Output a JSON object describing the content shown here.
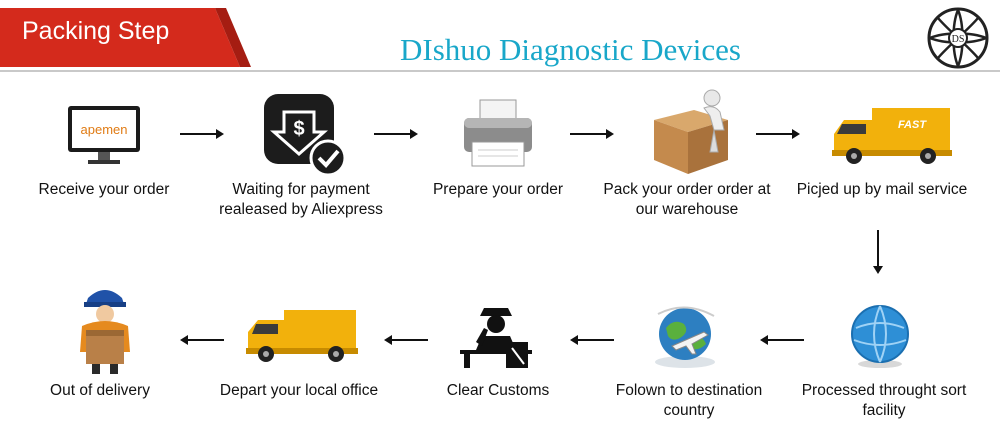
{
  "header": {
    "title": "Packing Step",
    "brand": "DIshuo Diagnostic Devices",
    "logo_letters": "DS",
    "accent_color": "#d42a1c",
    "brand_color": "#19a7c9"
  },
  "steps": [
    {
      "label": "Receive your order",
      "icon": "monitor-icon",
      "screen_text": "apemen"
    },
    {
      "label": "Waiting for payment realeased by Aliexpress",
      "icon": "payment-icon"
    },
    {
      "label": "Prepare your order",
      "icon": "printer-icon"
    },
    {
      "label": "Pack your order order at our warehouse",
      "icon": "box-worker-icon"
    },
    {
      "label": "Picjed up by mail service",
      "icon": "fast-truck-icon",
      "truck_text": "FAST"
    },
    {
      "label": "Processed throught sort facility",
      "icon": "blue-globe-icon"
    },
    {
      "label": "Folown to destination country",
      "icon": "globe-plane-icon"
    },
    {
      "label": "Clear Customs",
      "icon": "customs-officer-icon"
    },
    {
      "label": "Depart your local office",
      "icon": "delivery-truck-icon"
    },
    {
      "label": "Out of delivery",
      "icon": "courier-icon"
    }
  ]
}
